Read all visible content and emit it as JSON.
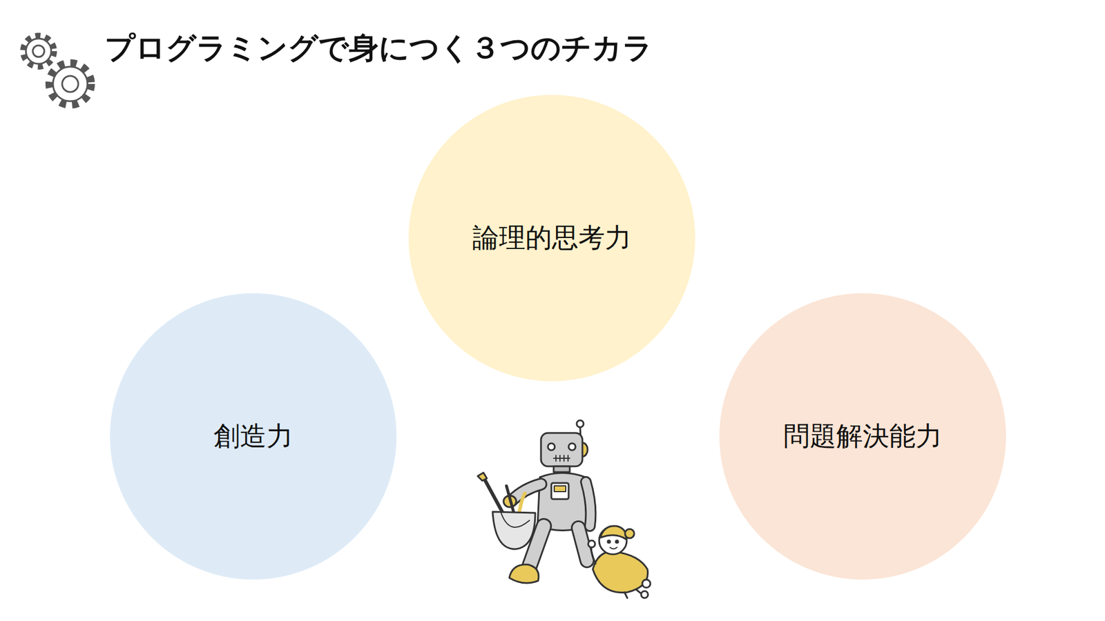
{
  "diagram": {
    "title": "プログラミングで身につく３つのチカラ",
    "nodes": [
      {
        "text": [
          "論理的思考力"
        ]
      },
      {
        "text": [
          "創造力"
        ]
      },
      {
        "text": [
          "問題解決能力"
        ]
      }
    ]
  }
}
